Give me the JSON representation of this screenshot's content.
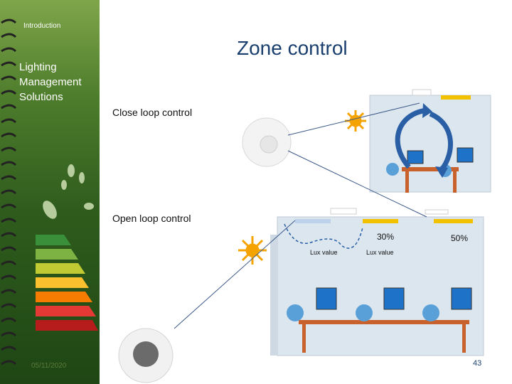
{
  "sidebar": {
    "section_label": "Introduction",
    "title": "Lighting Management Solutions",
    "date": "05/11/2020"
  },
  "slide": {
    "title": "Zone control",
    "close_loop_label": "Close loop control",
    "open_loop_label": "Open loop control",
    "page_number": "43"
  },
  "open_loop_room": {
    "dim_left": "30%",
    "dim_right": "50%",
    "lux_left": "Lux value",
    "lux_right": "Lux value"
  },
  "colors": {
    "title": "#1a3f6f",
    "sidebar_green": "#2f5c1d",
    "light_bar": "#f2c200",
    "arrow_blue": "#2a5fa5"
  }
}
